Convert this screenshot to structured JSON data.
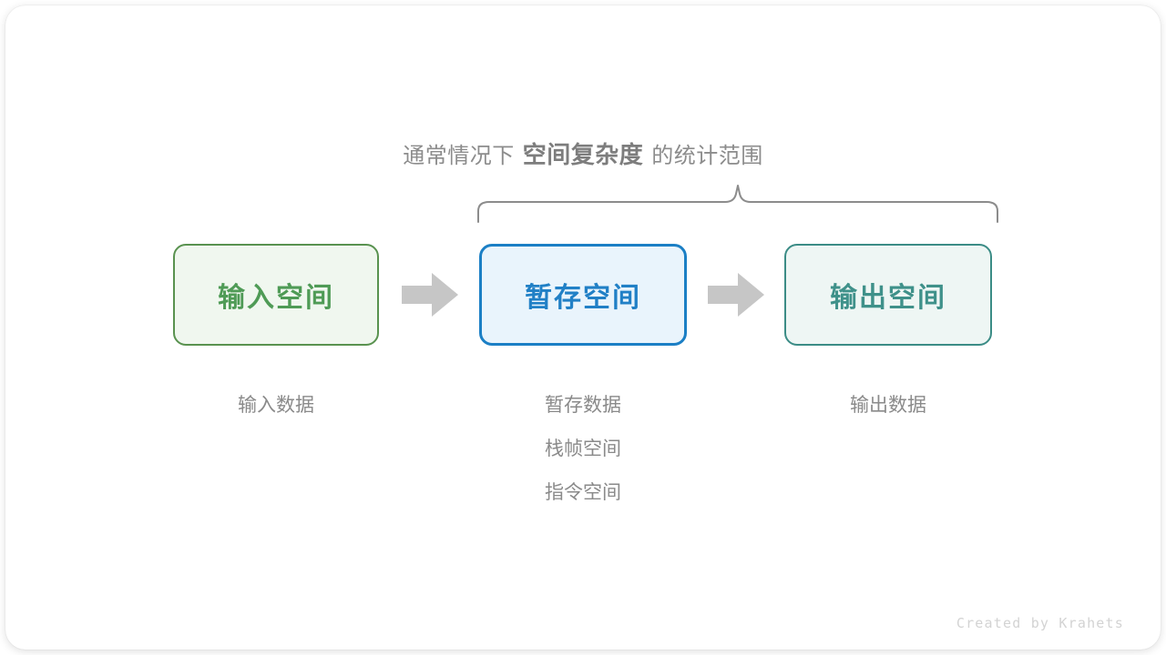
{
  "heading": {
    "prefix": "通常情况下",
    "emphasis": "空间复杂度",
    "suffix": "的统计范围"
  },
  "flow": {
    "boxes": [
      {
        "title": "输入空间",
        "border_color": "#59924f",
        "fill_color": "#f0f7ef",
        "text_color": "#4f9b56"
      },
      {
        "title": "暂存空间",
        "border_color": "#1b7fc5",
        "fill_color": "#e9f4fc",
        "text_color": "#2180c6"
      },
      {
        "title": "输出空间",
        "border_color": "#3b8c86",
        "fill_color": "#eef6f4",
        "text_color": "#3f918a"
      }
    ],
    "arrows": [
      {
        "name": "arrow-right-icon"
      },
      {
        "name": "arrow-right-icon"
      }
    ],
    "arrow_color": "#c6c6c6"
  },
  "captions": {
    "left": [
      "输入数据"
    ],
    "middle": [
      "暂存数据",
      "栈帧空间",
      "指令空间"
    ],
    "right": [
      "输出数据"
    ]
  },
  "brace": {
    "color": "#8c8c8c",
    "spans_boxes": [
      "暂存空间",
      "输出空间"
    ]
  },
  "credit": "Created by Krahets"
}
